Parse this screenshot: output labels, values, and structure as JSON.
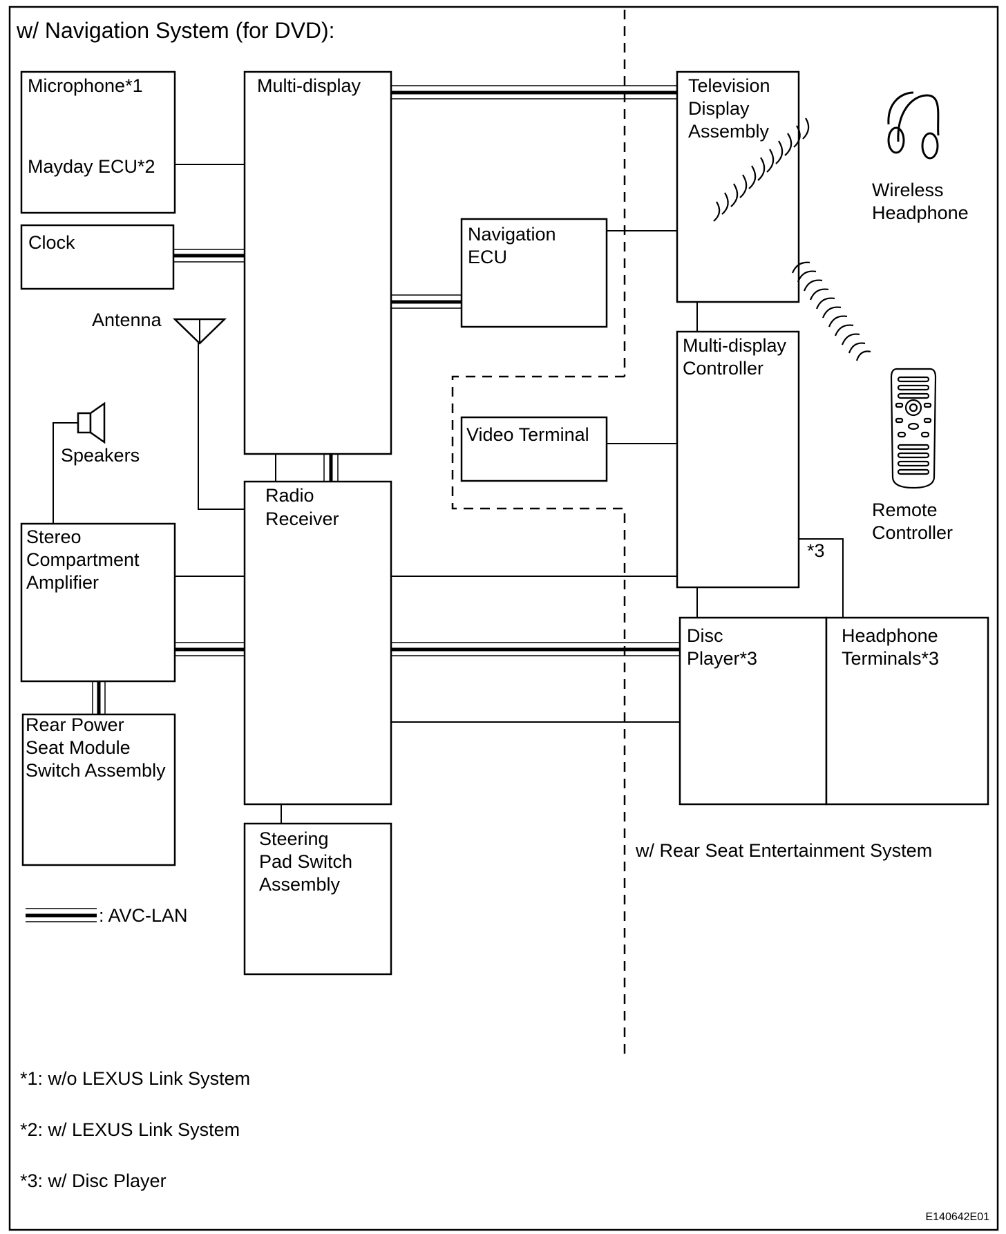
{
  "title": "w/ Navigation System (for DVD):",
  "components": {
    "microphone": "Microphone*1",
    "mayday_ecu": "Mayday ECU*2",
    "clock": "Clock",
    "antenna": "Antenna",
    "speakers": "Speakers",
    "stereo_amp": [
      "Stereo",
      "Compartment",
      "Amplifier"
    ],
    "rear_power_seat": [
      "Rear Power",
      "Seat Module",
      "Switch Assembly"
    ],
    "multi_display": "Multi-display",
    "radio_receiver": [
      "Radio",
      "Receiver"
    ],
    "steering_pad": [
      "Steering",
      "Pad Switch",
      "Assembly"
    ],
    "navigation_ecu": [
      "Navigation",
      "ECU"
    ],
    "video_terminal": "Video Terminal",
    "tv_display": [
      "Television",
      "Display",
      "Assembly"
    ],
    "multi_display_controller": [
      "Multi-display",
      "Controller"
    ],
    "disc_player": [
      "Disc",
      "Player*3"
    ],
    "headphone_terminals": [
      "Headphone",
      "Terminals*3"
    ],
    "wireless_headphone": [
      "Wireless",
      "Headphone"
    ],
    "remote_controller": [
      "Remote",
      "Controller"
    ]
  },
  "connector_note": "*3",
  "legend": ": AVC-LAN",
  "region_label": "w/ Rear Seat Entertainment System",
  "footnotes": [
    "*1: w/o LEXUS Link System",
    "*2: w/ LEXUS Link System",
    "*3: w/ Disc Player"
  ],
  "figure_code": "E140642E01"
}
